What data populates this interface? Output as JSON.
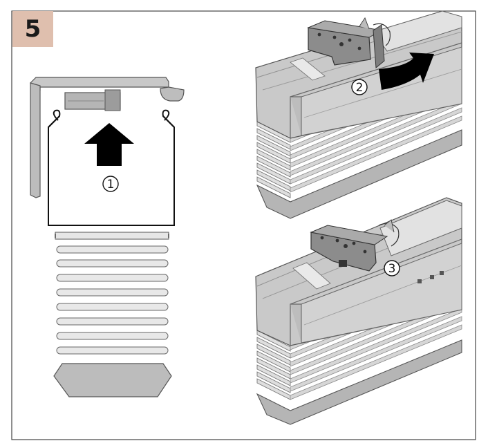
{
  "step": {
    "number": "5"
  },
  "callouts": [
    {
      "id": "1",
      "label": "①"
    },
    {
      "id": "2",
      "label": "②"
    },
    {
      "id": "3",
      "label": "③"
    }
  ],
  "icons": {
    "push-up-arrow": "up-arrow-icon",
    "rotate-arrow": "curved-arrow-icon"
  },
  "colors": {
    "badge": "#dfbfae",
    "metal": "#c8c8c8",
    "metal_dark": "#8e8e8e",
    "outline": "#222222",
    "arrow": "#000000"
  }
}
